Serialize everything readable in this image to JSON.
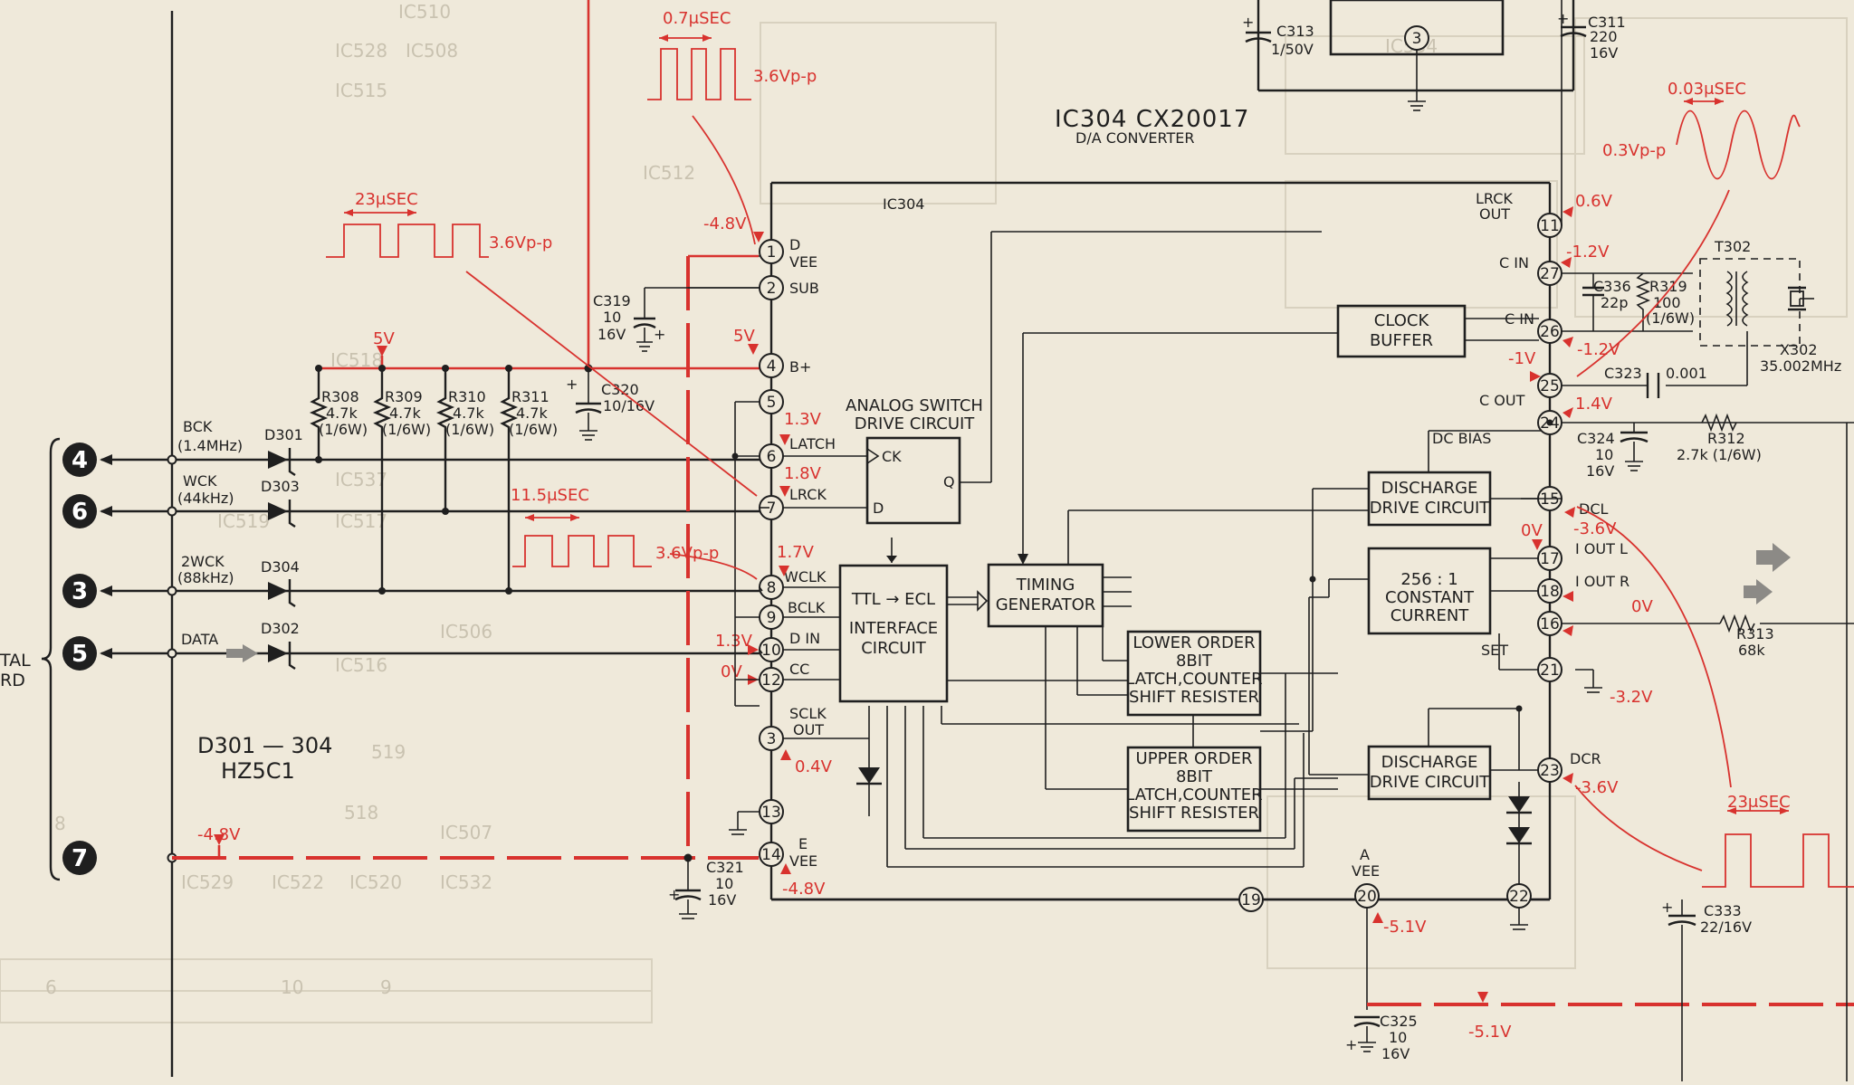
{
  "ic": {
    "title": "IC304  CX20017",
    "subtitle": "D/A CONVERTER",
    "ref": "IC304"
  },
  "connectors": [
    {
      "id": "4",
      "signal": "BCK",
      "freq": "(1.4MHz)",
      "diode": "D301"
    },
    {
      "id": "6",
      "signal": "WCK",
      "freq": "(44kHz)",
      "diode": "D303"
    },
    {
      "id": "3",
      "signal": "2WCK",
      "freq": "(88kHz)",
      "diode": "D304"
    },
    {
      "id": "5",
      "signal": "DATA",
      "freq": "",
      "diode": "D302"
    },
    {
      "id": "7",
      "signal": "",
      "freq": "",
      "diode": ""
    }
  ],
  "board_label": {
    "line1": "TAL",
    "line2": "RD"
  },
  "diode_note": {
    "line1": "D301 — 304",
    "line2": "HZ5C1"
  },
  "pins_left": [
    {
      "num": "1",
      "name": "D",
      "name2": "VEE"
    },
    {
      "num": "2",
      "name": "SUB",
      "name2": ""
    },
    {
      "num": "4",
      "name": "B+",
      "name2": ""
    },
    {
      "num": "5",
      "name": "",
      "name2": ""
    },
    {
      "num": "6",
      "name": "LATCH",
      "name2": ""
    },
    {
      "num": "7",
      "name": "LRCK",
      "name2": ""
    },
    {
      "num": "8",
      "name": "WCLK",
      "name2": ""
    },
    {
      "num": "9",
      "name": "BCLK",
      "name2": ""
    },
    {
      "num": "10",
      "name": "D IN",
      "name2": ""
    },
    {
      "num": "12",
      "name": "CC",
      "name2": ""
    },
    {
      "num": "3",
      "name": "SCLK",
      "name2": "OUT"
    },
    {
      "num": "13",
      "name": "",
      "name2": ""
    },
    {
      "num": "14",
      "name": "E",
      "name2": "VEE"
    }
  ],
  "pins_right": [
    {
      "num": "11",
      "name": "LRCK",
      "name2": "OUT"
    },
    {
      "num": "27",
      "name": "C IN",
      "name2": ""
    },
    {
      "num": "26",
      "name": "C IN",
      "name2": ""
    },
    {
      "num": "25",
      "name": "C OUT",
      "name2": ""
    },
    {
      "num": "24",
      "name": "DC BIAS",
      "name2": ""
    },
    {
      "num": "15",
      "name": "DCL",
      "name2": ""
    },
    {
      "num": "17",
      "name": "I OUT L",
      "name2": ""
    },
    {
      "num": "18",
      "name": "I OUT R",
      "name2": ""
    },
    {
      "num": "16",
      "name": "",
      "name2": ""
    },
    {
      "num": "21",
      "name": "SET",
      "name2": ""
    },
    {
      "num": "23",
      "name": "DCR",
      "name2": ""
    },
    {
      "num": "22",
      "name": "",
      "name2": ""
    }
  ],
  "pins_bottom": [
    {
      "num": "19",
      "name": "",
      "name2": ""
    },
    {
      "num": "20",
      "name": "A",
      "name2": "VEE"
    }
  ],
  "blocks": {
    "analog_switch": {
      "line1": "ANALOG SWITCH",
      "line2": "DRIVE CIRCUIT",
      "ck": "CK",
      "d": "D",
      "q": "Q"
    },
    "interface": {
      "line1": "TTL → ECL",
      "line2": "INTERFACE",
      "line3": "CIRCUIT"
    },
    "timing": {
      "line1": "TIMING",
      "line2": "GENERATOR"
    },
    "lower_order": {
      "line1": "LOWER ORDER",
      "line2": "8BIT",
      "line3": "LATCH,COUNTER",
      "line4": "SHIFT RESISTER"
    },
    "upper_order": {
      "line1": "UPPER ORDER",
      "line2": "8BIT",
      "line3": "LATCH,COUNTER",
      "line4": "SHIFT RESISTER"
    },
    "clock_buffer": {
      "line1": "CLOCK",
      "line2": "BUFFER"
    },
    "discharge_l": {
      "line1": "DISCHARGE",
      "line2": "DRIVE CIRCUIT"
    },
    "constant_current": {
      "line1": "256 : 1",
      "line2": "CONSTANT",
      "line3": "CURRENT"
    },
    "discharge_r": {
      "line1": "DISCHARGE",
      "line2": "DRIVE CIRCUIT"
    }
  },
  "components": {
    "r308": {
      "ref": "R308",
      "val": "4.7k",
      "pw": "(1/6W)"
    },
    "r309": {
      "ref": "R309",
      "val": "4.7k",
      "pw": "(1/6W)"
    },
    "r310": {
      "ref": "R310",
      "val": "4.7k",
      "pw": "(1/6W)"
    },
    "r311": {
      "ref": "R311",
      "val": "4.7k",
      "pw": "(1/6W)"
    },
    "c319": {
      "ref": "C319",
      "val": "10",
      "v": "16V"
    },
    "c320": {
      "ref": "C320",
      "val": "10/16V"
    },
    "c321": {
      "ref": "C321",
      "val": "10",
      "v": "16V"
    },
    "c313": {
      "ref": "C313",
      "val": "1/50V"
    },
    "c311": {
      "ref": "C311",
      "val": "220",
      "v": "16V"
    },
    "c336": {
      "ref": "C336",
      "val": "22p"
    },
    "r319": {
      "ref": "R319",
      "val": "100",
      "pw": "(1/6W)"
    },
    "t302": {
      "ref": "T302"
    },
    "x302": {
      "ref": "X302",
      "val": "35.002MHz"
    },
    "c323": {
      "ref": "C323",
      "val": "0.001"
    },
    "c324": {
      "ref": "C324",
      "val": "10",
      "v": "16V"
    },
    "r312": {
      "ref": "R312",
      "val": "2.7k (1/6W)"
    },
    "r313": {
      "ref": "R313",
      "val": "68k"
    },
    "c333": {
      "ref": "C333",
      "val": "22/16V"
    },
    "c325": {
      "ref": "C325",
      "val": "10",
      "v": "16V"
    }
  },
  "voltages": {
    "v_rail_5v": "5V",
    "v_pin1": "-4.8V",
    "v_pin4": "5V",
    "v_pin6": "1.3V",
    "v_pin7": "1.8V",
    "v_pin8": "1.7V",
    "v_pin10": "1.3V",
    "v_pin12": "0V",
    "v_pin3": "0.4V",
    "v_pin14": "-4.8V",
    "v_conn7": "-4.8V",
    "v_pin11": "0.6V",
    "v_pin27": "-1.2V",
    "v_pin26": "-1.2V",
    "v_pin25": "-1V",
    "v_pin24": "1.4V",
    "v_pin15": "-3.6V",
    "v_pin17": "0V",
    "v_pin18": "0V",
    "v_pin21": "-3.2V",
    "v_pin23": "-3.6V",
    "v_pin20": "-5.1V",
    "v_bottom": "-5.1V"
  },
  "waveforms": {
    "w1": {
      "period": "0.7μSEC",
      "amp": "3.6Vp-p"
    },
    "w2": {
      "period": "23μSEC",
      "amp": "3.6Vp-p"
    },
    "w3": {
      "period": "11.5μSEC",
      "amp": "3.6Vp-p"
    },
    "w4": {
      "period": "0.03μSEC",
      "amp": "0.3Vp-p"
    },
    "w5": {
      "period": "23μSEC",
      "amp": ""
    }
  },
  "ghost_text": [
    "IC510",
    "IC528",
    "IC508",
    "IC515",
    "IC518",
    "IC537",
    "IC519",
    "IC517",
    "IC506",
    "IC516",
    "IC507",
    "IC532",
    "IC520",
    "IC522",
    "IC529",
    "IC534",
    "IC512",
    "519",
    "518",
    "10",
    "9",
    "6",
    "8"
  ]
}
